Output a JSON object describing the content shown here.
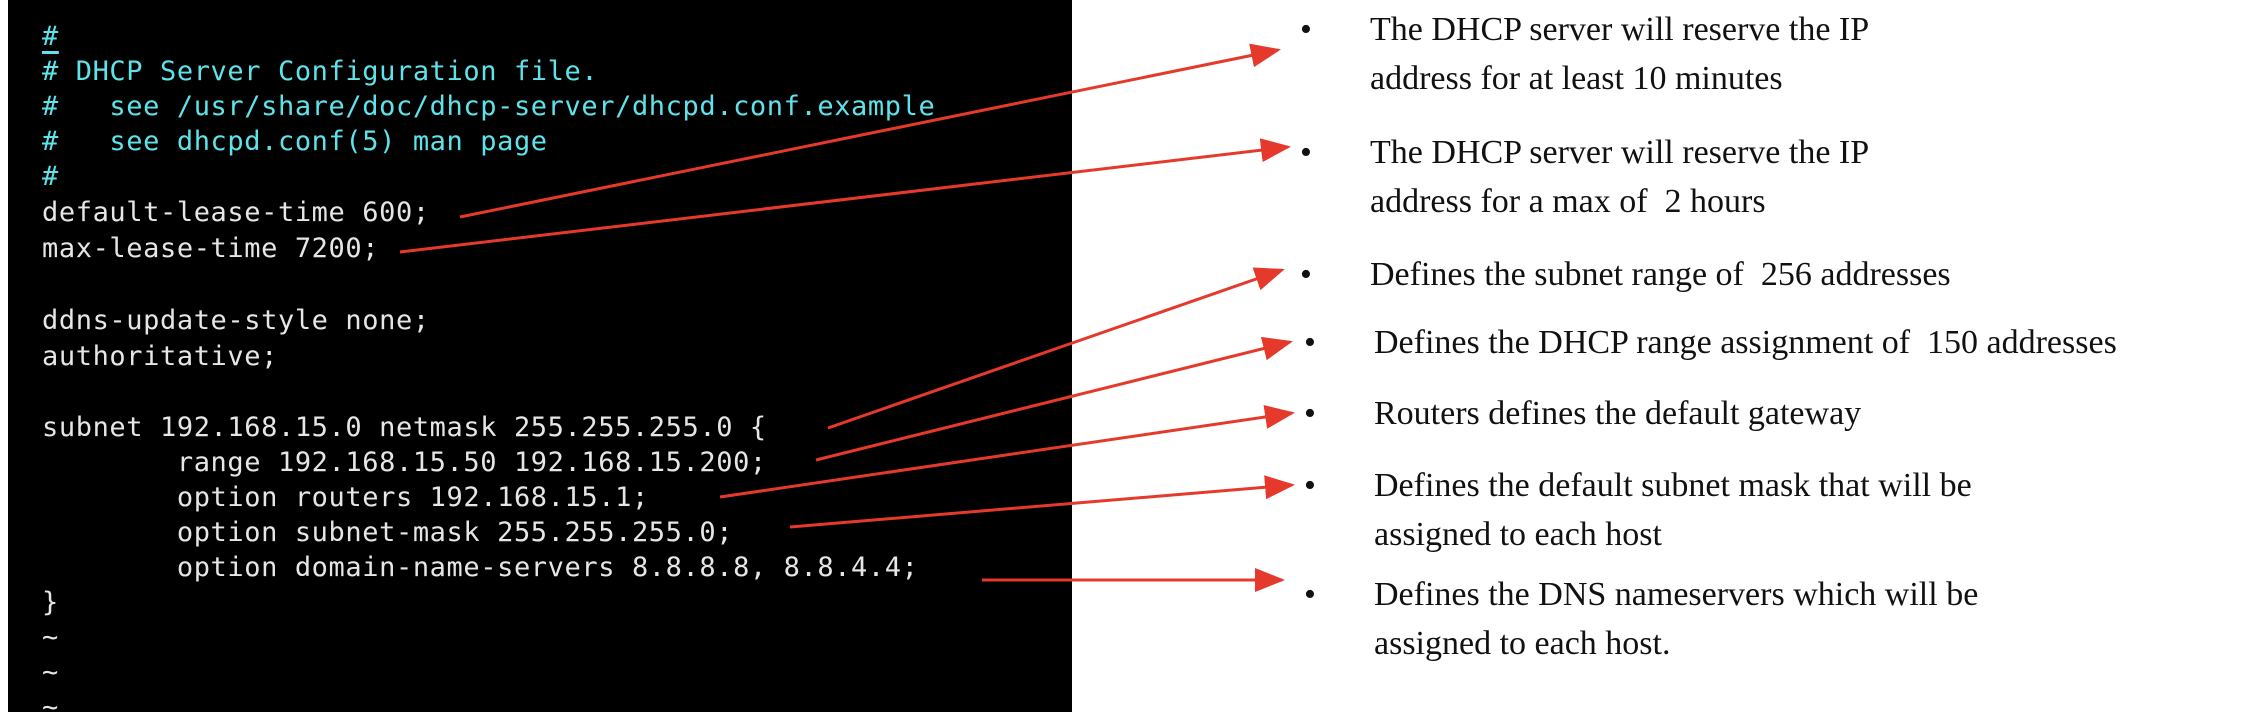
{
  "terminal": {
    "lines": [
      "#",
      "# DHCP Server Configuration file.",
      "#   see /usr/share/doc/dhcp-server/dhcpd.conf.example",
      "#   see dhcpd.conf(5) man page",
      "#",
      "default-lease-time 600;",
      "max-lease-time 7200;",
      "",
      "ddns-update-style none;",
      "authoritative;",
      "",
      "subnet 192.168.15.0 netmask 255.255.255.0 {",
      "        range 192.168.15.50 192.168.15.200;",
      "        option routers 192.168.15.1;",
      "        option subnet-mask 255.255.255.0;",
      "        option domain-name-servers 8.8.8.8, 8.8.4.4;",
      "}",
      "~",
      "~",
      "~"
    ]
  },
  "annotations": [
    {
      "bullet": "•",
      "lines": [
        "The DHCP server will reserve the IP",
        "address for at least 10 minutes"
      ]
    },
    {
      "bullet": "•",
      "lines": [
        "The DHCP server will reserve the IP",
        "address for a max of  2 hours"
      ]
    },
    {
      "bullet": "•",
      "lines": [
        "Defines the subnet range of  256 addresses"
      ]
    },
    {
      "bullet": "•",
      "lines": [
        "Defines the DHCP range assignment of  150 addresses"
      ]
    },
    {
      "bullet": "•",
      "lines": [
        "Routers defines the default gateway"
      ]
    },
    {
      "bullet": "•",
      "lines": [
        "Defines the default subnet mask that will be",
        "assigned to each host"
      ]
    },
    {
      "bullet": "•",
      "lines": [
        "Defines the DNS nameservers which will be",
        "assigned to each host."
      ]
    }
  ],
  "colors": {
    "terminal_background": "#000000",
    "terminal_text": "#e6e6e6",
    "comment_text": "#5fe3ea",
    "arrow": "#e5392b",
    "annotation_text": "#111111"
  }
}
